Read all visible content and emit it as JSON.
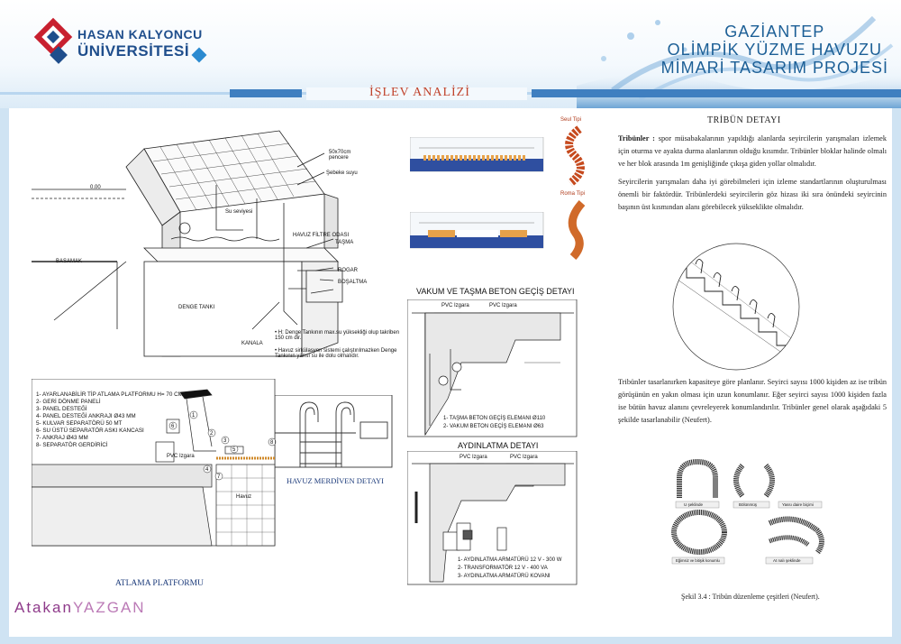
{
  "header": {
    "university_line1": "HASAN KALYONCU",
    "university_line2": "ÜNİVERSİTESİ",
    "project_line1": "GAZİANTEP",
    "project_line2": "OLİMPİK YÜZME HAVUZU",
    "project_line3": "MİMARİ TASARIM PROJESİ",
    "section_title": "İŞLEV ANALİZİ"
  },
  "colors": {
    "brand_red": "#c8202f",
    "brand_blue": "#1f4e8c",
    "band_blue": "#3f7fc0",
    "title_red": "#c0432c"
  },
  "denge": {
    "labels": [
      "50x70cm pencere",
      "Şebeke suyu",
      "Su seviyesi",
      "HAVUZ FİLTRE ODASI",
      "TAŞMA",
      "ROGAR",
      "BOŞALTMA",
      "DENGE TANKI",
      "BASAMAK",
      "KANALA",
      "0.00"
    ],
    "note1": "• H: Denge Tankının max.su yüksekliği olup takriben 150 cm dir.",
    "note2": "• Havuz sirkülasyon sistemi çalıştırılmazken Denge Tankının yarısı su ile dolu olmalıdır."
  },
  "atlama": {
    "items": [
      "1- AYARLANABİLİR TİP ATLAMA PLATFORMU H= 70 CM",
      "2- GERİ DÖNME PANELİ",
      "3- PANEL DESTEĞİ",
      "4- PANEL DESTEĞİ ANKRAJI Ø43 MM",
      "5- KULVAR SEPARATÖRÜ 50 MT",
      "6- SU ÜSTÜ SEPARATÖR ASKI KANCASI",
      "7- ANKRAJ Ø43 MM",
      "8- SEPARATÖR GERDİRİCİ"
    ],
    "pvc": "PVC Izgara",
    "havuz": "Havuz",
    "caption": "ATLAMA PLATFORMU"
  },
  "merdiven": {
    "caption": "HAVUZ MERDİVEN DETAYI"
  },
  "vakum": {
    "title": "VAKUM VE TAŞMA BETON GEÇİŞ DETAYI",
    "pvc1": "PVC Izgara",
    "pvc2": "PVC Izgara",
    "item1": "1- TAŞMA BETON GEÇİŞ ELEMANI Ø110",
    "item2": "2- VAKUM BETON GEÇİŞ ELEMANI Ø63"
  },
  "aydinlatma": {
    "title": "AYDINLATMA DETAYI",
    "pvc1": "PVC Izgara",
    "pvc2": "PVC Izgara",
    "item1": "1- AYDINLATMA ARMATÜRÜ 12 V - 300 W",
    "item2": "2- TRANSFORMATÖR 12 V - 400 VA",
    "item3": "3- AYDINLATMA ARMATÜRÜ KOVANI"
  },
  "lane": {
    "type1": "Seul Tipi",
    "type2": "Roma Tipi"
  },
  "tribun": {
    "title": "TRİBÜN DETAYI",
    "para1_bold": "Tribünler :",
    "para1": " spor müsabakalarının yapıldığı alanlarda seyircilerin yarışmaları izlemek için oturma ve ayakta durma alanlarının olduğu kısımdır. Tribünler bloklar halinde olmalı ve her blok arasında 1m genişliğinde çıkışa giden yollar olmalıdır.",
    "para2": "Seyircilerin yarışmaları daha iyi görebilmeleri için izleme standartlarının oluşturulması önemli bir faktördür. Tribünlerdeki seyircilerin göz hizası iki sıra önündeki seyircinin başının üst kısmından alanı görebilecek yükseklikte olmalıdır.",
    "para3": "Tribünler tasarlanırken kapasiteye göre planlanır. Seyirci sayısı 1000 kişiden az ise tribün görüşünün en yakın olması için uzun konumlanır. Eğer seyirci sayısı 1000 kişiden fazla ise bütün havuz alanını çevreleyerek konumlandırılır. Tribünler genel olarak aşağıdaki 5 şekilde tasarlanabilir (Neufert).",
    "layout_labels": [
      "U şeklinde",
      "Bölünmüş",
      "Yassı daire biçimi",
      "Eğimsiz ve bitişik konumlu",
      "At nalı şeklinde"
    ],
    "figure_caption": "Şekil 3.4 : Tribün düzenleme çeşitleri (Neufert)."
  },
  "signature": {
    "first": "Atakan",
    "last": "YAZGAN"
  }
}
